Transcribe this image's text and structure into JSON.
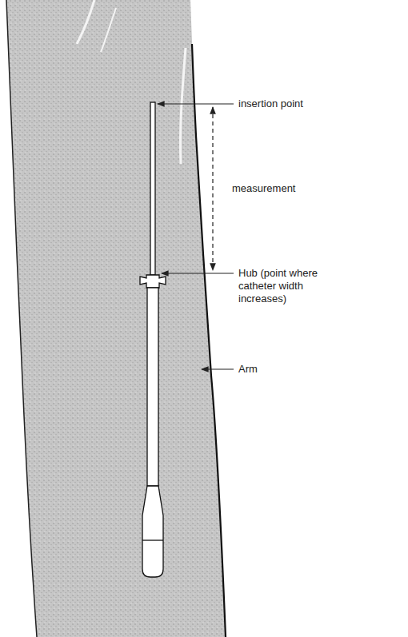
{
  "diagram": {
    "labels": [
      "insertion point",
      "measurement",
      "Hub (point where catheter width increases)",
      "Arm"
    ]
  }
}
